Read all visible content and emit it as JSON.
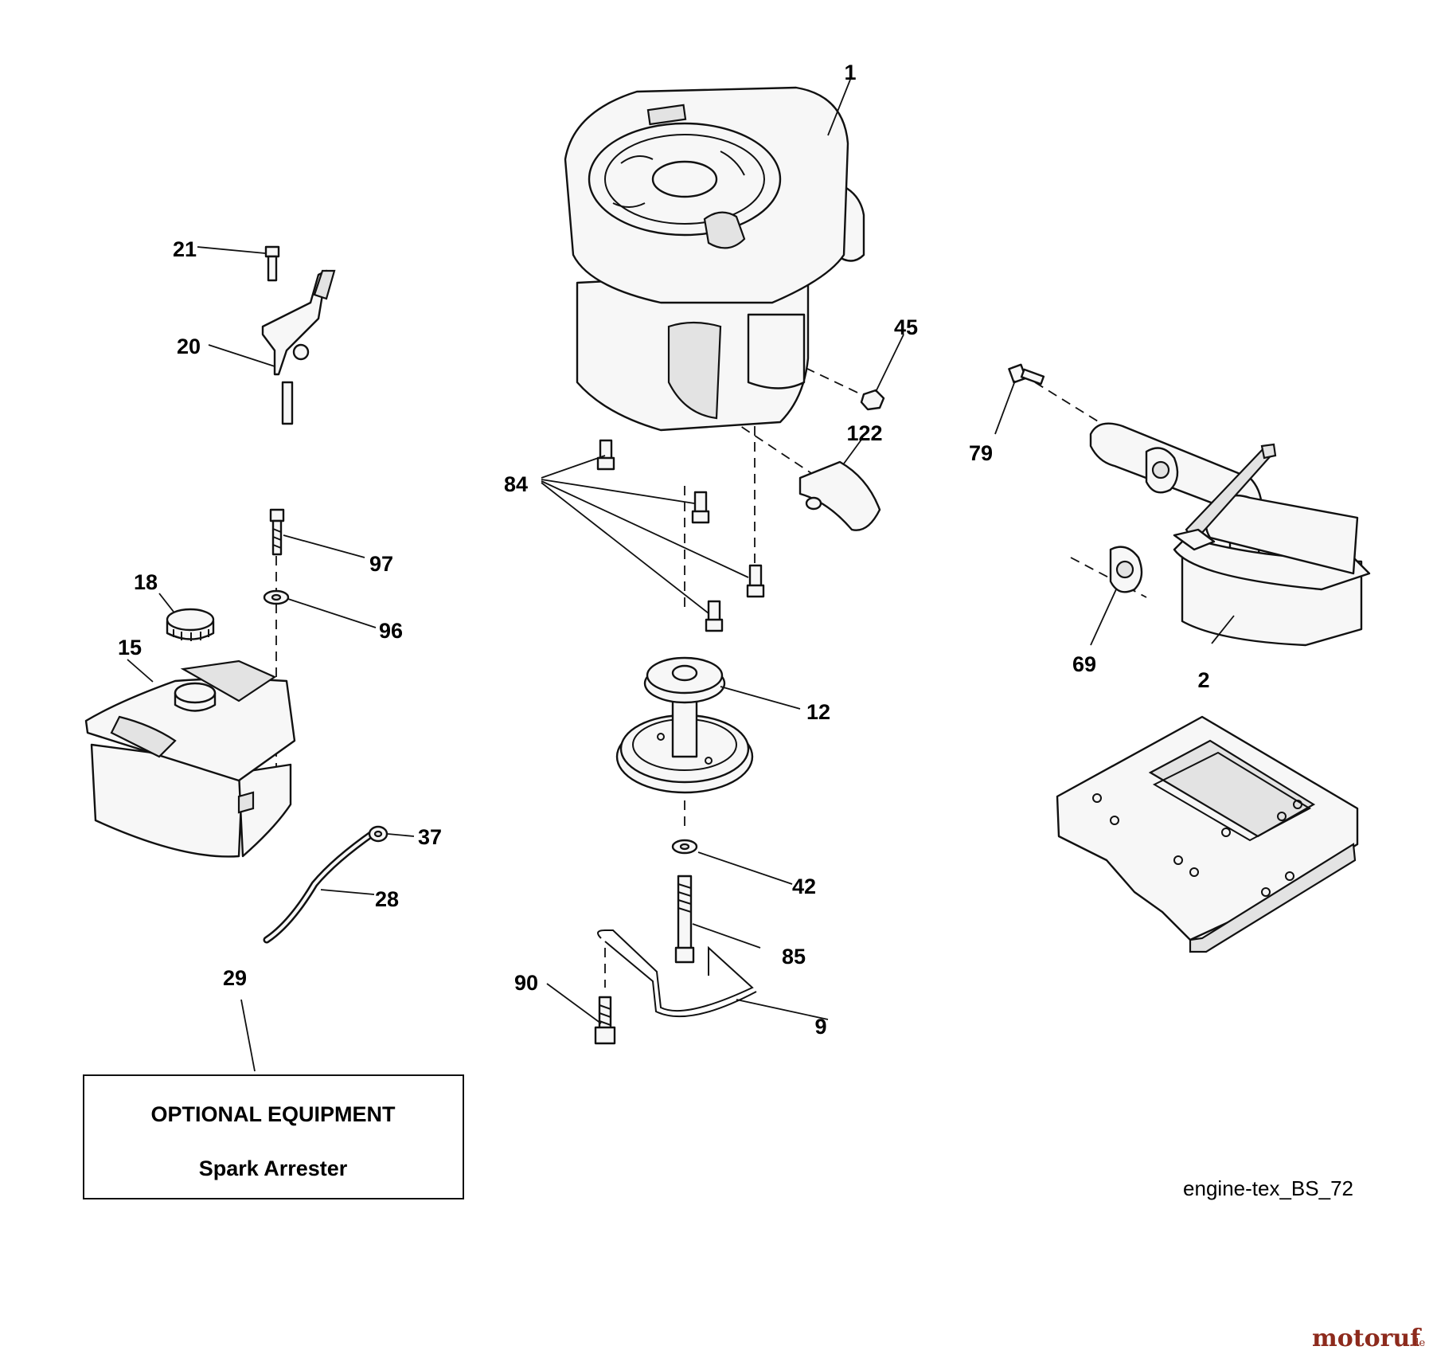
{
  "callouts": {
    "c1": "1",
    "c2": "2",
    "c9": "9",
    "c12": "12",
    "c15": "15",
    "c18": "18",
    "c20": "20",
    "c21": "21",
    "c28": "28",
    "c29": "29",
    "c37": "37",
    "c42": "42",
    "c45": "45",
    "c69": "69",
    "c79": "79",
    "c84": "84",
    "c85": "85",
    "c90": "90",
    "c96": "96",
    "c97": "97",
    "c122": "122"
  },
  "optional_box": {
    "title": "OPTIONAL EQUIPMENT",
    "subtitle": "Spark Arrester"
  },
  "reference": "engine-tex_BS_72",
  "watermark": {
    "name": "motoruf",
    "suffix": ".de"
  }
}
